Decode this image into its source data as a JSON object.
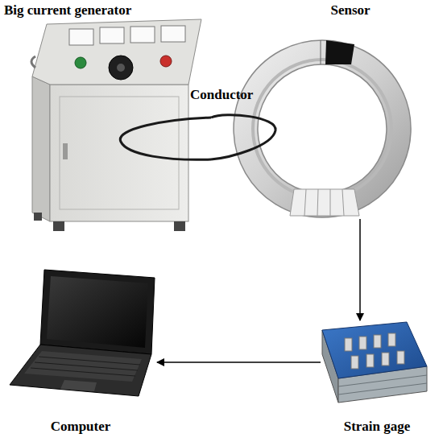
{
  "diagram": {
    "nodes": [
      {
        "text": [
          "Big current generator"
        ]
      },
      {
        "text": [
          "Sensor"
        ]
      },
      {
        "text": [
          "Computer"
        ]
      },
      {
        "text": [
          "Strain gage"
        ]
      }
    ],
    "edges": [
      {
        "from": 0,
        "to": 1,
        "arrow": "none",
        "label": "Conductor"
      },
      {
        "from": 1,
        "to": 3,
        "arrow": "to"
      },
      {
        "from": 3,
        "to": 2,
        "arrow": "to"
      }
    ]
  }
}
